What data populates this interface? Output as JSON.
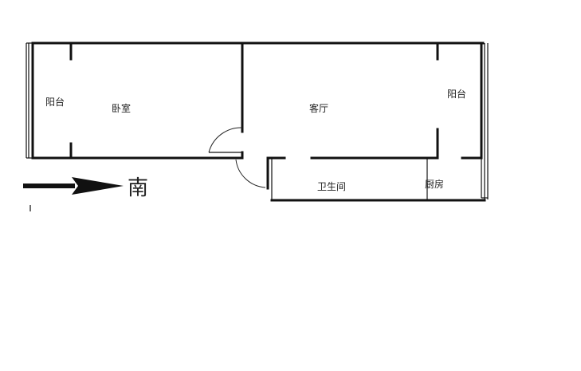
{
  "floorplan": {
    "rooms": [
      {
        "id": "balcony-west",
        "label": "阳台"
      },
      {
        "id": "bedroom",
        "label": "卧室"
      },
      {
        "id": "living-room",
        "label": "客厅"
      },
      {
        "id": "balcony-east",
        "label": "阳台"
      },
      {
        "id": "bathroom",
        "label": "卫生间"
      },
      {
        "id": "kitchen",
        "label": "厨房"
      }
    ],
    "compass": {
      "direction_label": "南",
      "arrow": "right-arrow"
    },
    "colors": {
      "wall": "#111111",
      "background": "#ffffff"
    }
  }
}
